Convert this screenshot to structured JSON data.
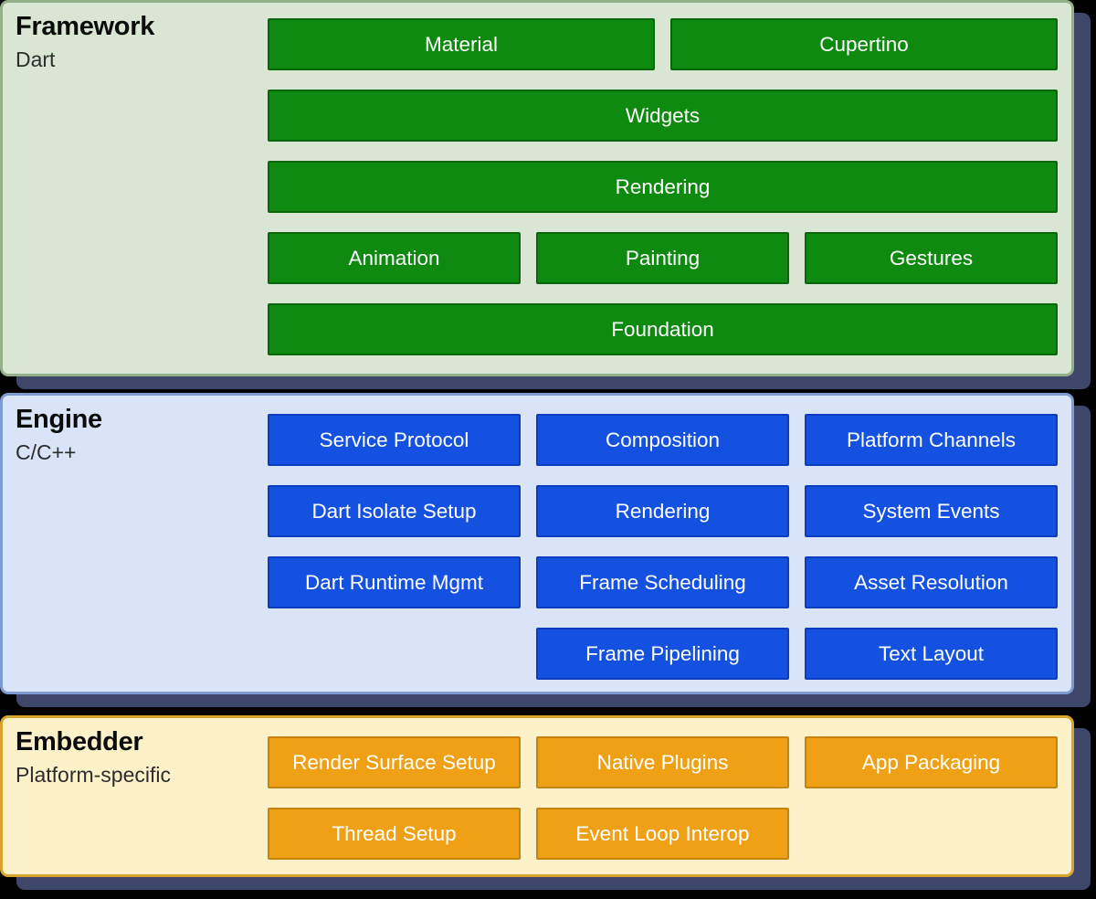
{
  "page": {
    "background": "#000000",
    "shadow_color": "#3e4669"
  },
  "sections": [
    {
      "id": "framework",
      "title": "Framework",
      "subtitle": "Dart",
      "colors": {
        "panel_bg": "#d8e6d3",
        "panel_border": "#93b08b",
        "block_bg": "#0e8a10",
        "block_border": "#0a660c"
      },
      "rows": [
        [
          "Material",
          "Cupertino"
        ],
        [
          "Widgets"
        ],
        [
          "Rendering"
        ],
        [
          "Animation",
          "Painting",
          "Gestures"
        ],
        [
          "Foundation"
        ]
      ]
    },
    {
      "id": "engine",
      "title": "Engine",
      "subtitle": "C/C++",
      "colors": {
        "panel_bg": "#d9e4f8",
        "panel_border": "#7d9bce",
        "block_bg": "#1451e0",
        "block_border": "#0c3dc0"
      },
      "rows": [
        [
          "Service Protocol",
          "Composition",
          "Platform Channels"
        ],
        [
          "Dart Isolate Setup",
          "Rendering",
          "System Events"
        ],
        [
          "Dart Runtime Mgmt",
          "Frame Scheduling",
          "Asset Resolution"
        ],
        [
          null,
          "Frame Pipelining",
          "Text Layout"
        ]
      ]
    },
    {
      "id": "embedder",
      "title": "Embedder",
      "subtitle": "Platform-specific",
      "colors": {
        "panel_bg": "#fdf1ca",
        "panel_border": "#d9a52f",
        "block_bg": "#f0a014",
        "block_border": "#c8830e"
      },
      "rows": [
        [
          "Render Surface Setup",
          "Native Plugins",
          "App Packaging"
        ],
        [
          "Thread Setup",
          "Event Loop Interop",
          null
        ]
      ]
    }
  ]
}
